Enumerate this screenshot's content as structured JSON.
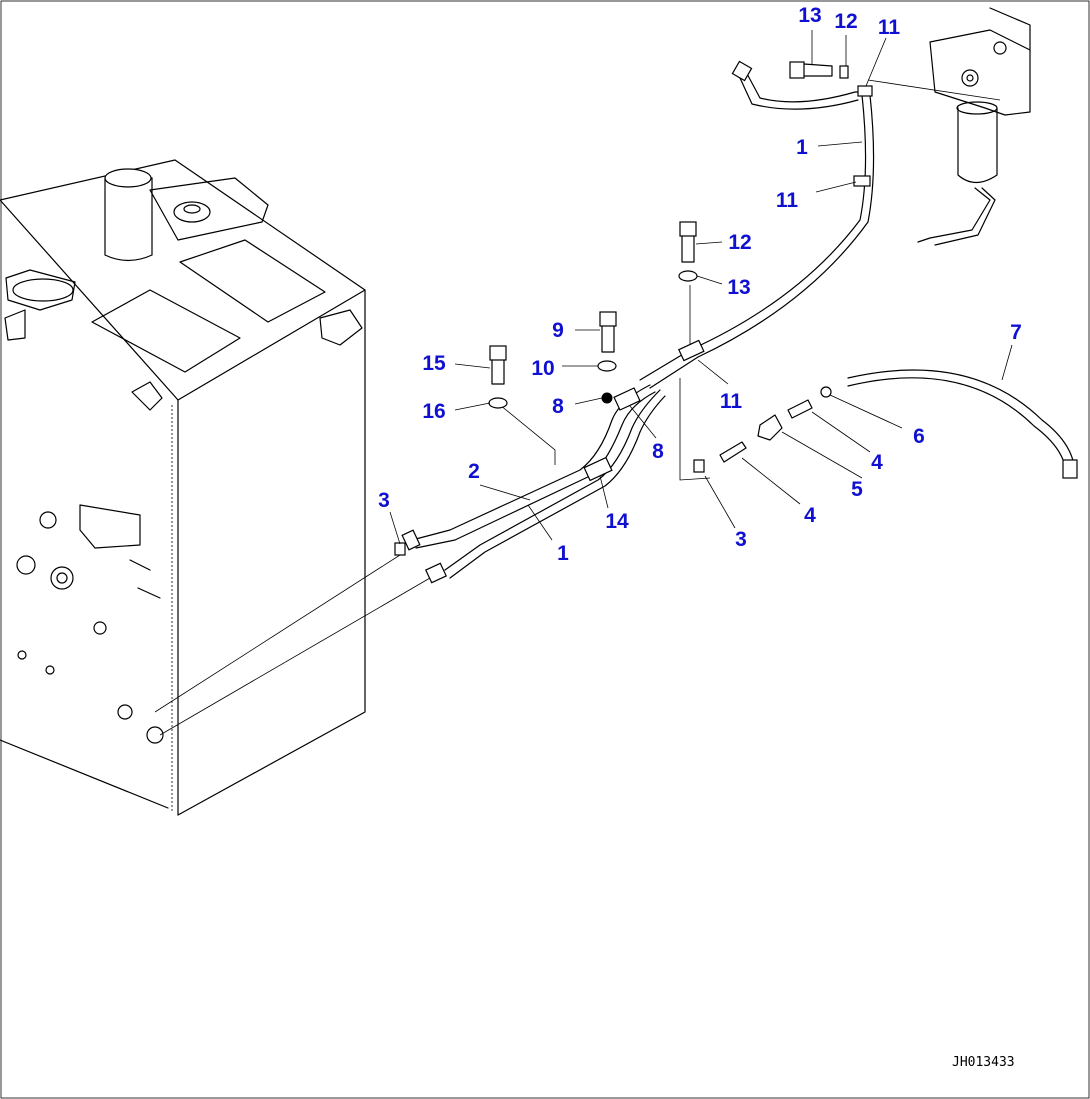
{
  "diagram": {
    "callout_color": "#1010d0",
    "drawing_code": "JH013433",
    "callouts": [
      {
        "id": "c-13-top",
        "label": "13"
      },
      {
        "id": "c-12-top",
        "label": "12"
      },
      {
        "id": "c-11-top",
        "label": "11"
      },
      {
        "id": "c-1-top",
        "label": "1"
      },
      {
        "id": "c-11-mid",
        "label": "11"
      },
      {
        "id": "c-12-mid",
        "label": "12"
      },
      {
        "id": "c-13-mid",
        "label": "13"
      },
      {
        "id": "c-7",
        "label": "7"
      },
      {
        "id": "c-9",
        "label": "9"
      },
      {
        "id": "c-10",
        "label": "10"
      },
      {
        "id": "c-15",
        "label": "15"
      },
      {
        "id": "c-8-left",
        "label": "8"
      },
      {
        "id": "c-16",
        "label": "16"
      },
      {
        "id": "c-11-low",
        "label": "11"
      },
      {
        "id": "c-6",
        "label": "6"
      },
      {
        "id": "c-8-right",
        "label": "8"
      },
      {
        "id": "c-4-right",
        "label": "4"
      },
      {
        "id": "c-2",
        "label": "2"
      },
      {
        "id": "c-5",
        "label": "5"
      },
      {
        "id": "c-3-left",
        "label": "3"
      },
      {
        "id": "c-14",
        "label": "14"
      },
      {
        "id": "c-4-low",
        "label": "4"
      },
      {
        "id": "c-3-right",
        "label": "3"
      },
      {
        "id": "c-1-low",
        "label": "1"
      }
    ]
  }
}
